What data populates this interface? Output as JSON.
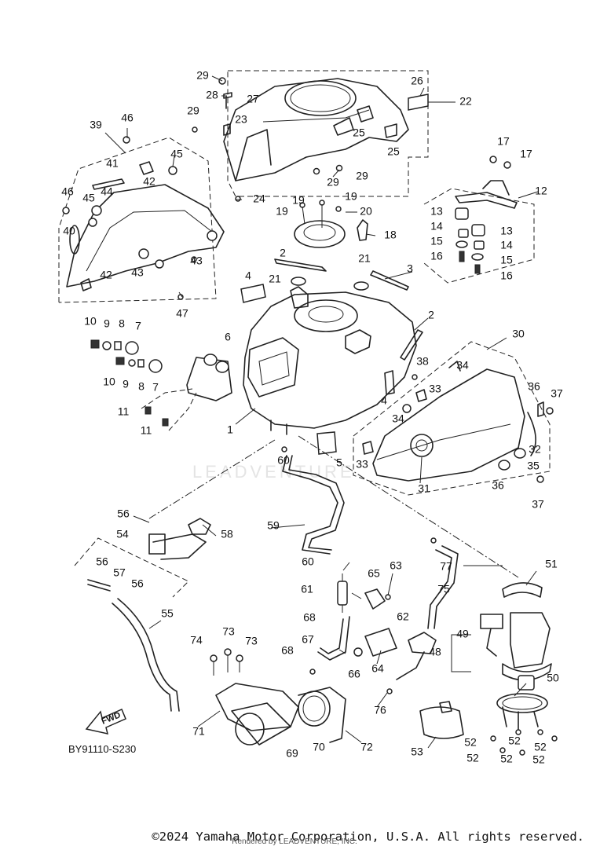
{
  "diagram_code": "BY91110-S230",
  "fwd_label": "FWD",
  "watermark": "LEADVENTURE",
  "copyright": "©2024 Yamaha Motor Corporation, U.S.A. All rights reserved.",
  "rendered_by": "Rendered by LEADVENTURE, INC.",
  "callouts": [
    {
      "id": "29a",
      "label": "29"
    },
    {
      "id": "28",
      "label": "28"
    },
    {
      "id": "27",
      "label": "27"
    },
    {
      "id": "26",
      "label": "26"
    },
    {
      "id": "22",
      "label": "22"
    },
    {
      "id": "29b",
      "label": "29"
    },
    {
      "id": "23",
      "label": "23"
    },
    {
      "id": "25a",
      "label": "25"
    },
    {
      "id": "25b",
      "label": "25"
    },
    {
      "id": "29c",
      "label": "29"
    },
    {
      "id": "29d",
      "label": "29"
    },
    {
      "id": "24",
      "label": "24"
    },
    {
      "id": "39",
      "label": "39"
    },
    {
      "id": "46a",
      "label": "46"
    },
    {
      "id": "45a",
      "label": "45"
    },
    {
      "id": "41",
      "label": "41"
    },
    {
      "id": "42a",
      "label": "42"
    },
    {
      "id": "46b",
      "label": "46"
    },
    {
      "id": "45b",
      "label": "45"
    },
    {
      "id": "44",
      "label": "44"
    },
    {
      "id": "40",
      "label": "40"
    },
    {
      "id": "43a",
      "label": "43"
    },
    {
      "id": "43b",
      "label": "43"
    },
    {
      "id": "42b",
      "label": "42"
    },
    {
      "id": "47",
      "label": "47"
    },
    {
      "id": "17a",
      "label": "17"
    },
    {
      "id": "17b",
      "label": "17"
    },
    {
      "id": "12",
      "label": "12"
    },
    {
      "id": "19a",
      "label": "19"
    },
    {
      "id": "19b",
      "label": "19"
    },
    {
      "id": "20",
      "label": "20"
    },
    {
      "id": "18",
      "label": "18"
    },
    {
      "id": "13a",
      "label": "13"
    },
    {
      "id": "13b",
      "label": "13"
    },
    {
      "id": "14a",
      "label": "14"
    },
    {
      "id": "14b",
      "label": "14"
    },
    {
      "id": "15a",
      "label": "15"
    },
    {
      "id": "15b",
      "label": "15"
    },
    {
      "id": "16a",
      "label": "16"
    },
    {
      "id": "16b",
      "label": "16"
    },
    {
      "id": "2a",
      "label": "2"
    },
    {
      "id": "21a",
      "label": "21"
    },
    {
      "id": "21b",
      "label": "21"
    },
    {
      "id": "3",
      "label": "3"
    },
    {
      "id": "4a",
      "label": "4"
    },
    {
      "id": "2b",
      "label": "2"
    },
    {
      "id": "10a",
      "label": "10"
    },
    {
      "id": "9a",
      "label": "9"
    },
    {
      "id": "8a",
      "label": "8"
    },
    {
      "id": "7a",
      "label": "7"
    },
    {
      "id": "6",
      "label": "6"
    },
    {
      "id": "10b",
      "label": "10"
    },
    {
      "id": "9b",
      "label": "9"
    },
    {
      "id": "8b",
      "label": "8"
    },
    {
      "id": "7b",
      "label": "7"
    },
    {
      "id": "30",
      "label": "30"
    },
    {
      "id": "38",
      "label": "38"
    },
    {
      "id": "34a",
      "label": "34"
    },
    {
      "id": "33a",
      "label": "33"
    },
    {
      "id": "36a",
      "label": "36"
    },
    {
      "id": "37a",
      "label": "37"
    },
    {
      "id": "11a",
      "label": "11"
    },
    {
      "id": "11b",
      "label": "11"
    },
    {
      "id": "4b",
      "label": "4"
    },
    {
      "id": "34b",
      "label": "34"
    },
    {
      "id": "1",
      "label": "1"
    },
    {
      "id": "32",
      "label": "32"
    },
    {
      "id": "60a",
      "label": "60"
    },
    {
      "id": "5",
      "label": "5"
    },
    {
      "id": "33b",
      "label": "33"
    },
    {
      "id": "35",
      "label": "35"
    },
    {
      "id": "31",
      "label": "31"
    },
    {
      "id": "36b",
      "label": "36"
    },
    {
      "id": "37b",
      "label": "37"
    },
    {
      "id": "56a",
      "label": "56"
    },
    {
      "id": "58",
      "label": "58"
    },
    {
      "id": "59",
      "label": "59"
    },
    {
      "id": "54",
      "label": "54"
    },
    {
      "id": "77",
      "label": "77"
    },
    {
      "id": "51",
      "label": "51"
    },
    {
      "id": "56b",
      "label": "56"
    },
    {
      "id": "57",
      "label": "57"
    },
    {
      "id": "56c",
      "label": "56"
    },
    {
      "id": "60b",
      "label": "60"
    },
    {
      "id": "65",
      "label": "65"
    },
    {
      "id": "63",
      "label": "63"
    },
    {
      "id": "61",
      "label": "61"
    },
    {
      "id": "75",
      "label": "75"
    },
    {
      "id": "55",
      "label": "55"
    },
    {
      "id": "68a",
      "label": "68"
    },
    {
      "id": "62",
      "label": "62"
    },
    {
      "id": "49",
      "label": "49"
    },
    {
      "id": "74",
      "label": "74"
    },
    {
      "id": "73a",
      "label": "73"
    },
    {
      "id": "73b",
      "label": "73"
    },
    {
      "id": "67",
      "label": "67"
    },
    {
      "id": "48",
      "label": "48"
    },
    {
      "id": "68b",
      "label": "68"
    },
    {
      "id": "66",
      "label": "66"
    },
    {
      "id": "64",
      "label": "64"
    },
    {
      "id": "50",
      "label": "50"
    },
    {
      "id": "76",
      "label": "76"
    },
    {
      "id": "71",
      "label": "71"
    },
    {
      "id": "70",
      "label": "70"
    },
    {
      "id": "72",
      "label": "72"
    },
    {
      "id": "69",
      "label": "69"
    },
    {
      "id": "53",
      "label": "53"
    },
    {
      "id": "52a",
      "label": "52"
    },
    {
      "id": "52b",
      "label": "52"
    },
    {
      "id": "52c",
      "label": "52"
    },
    {
      "id": "52d",
      "label": "52"
    },
    {
      "id": "52e",
      "label": "52"
    },
    {
      "id": "52f",
      "label": "52"
    }
  ]
}
